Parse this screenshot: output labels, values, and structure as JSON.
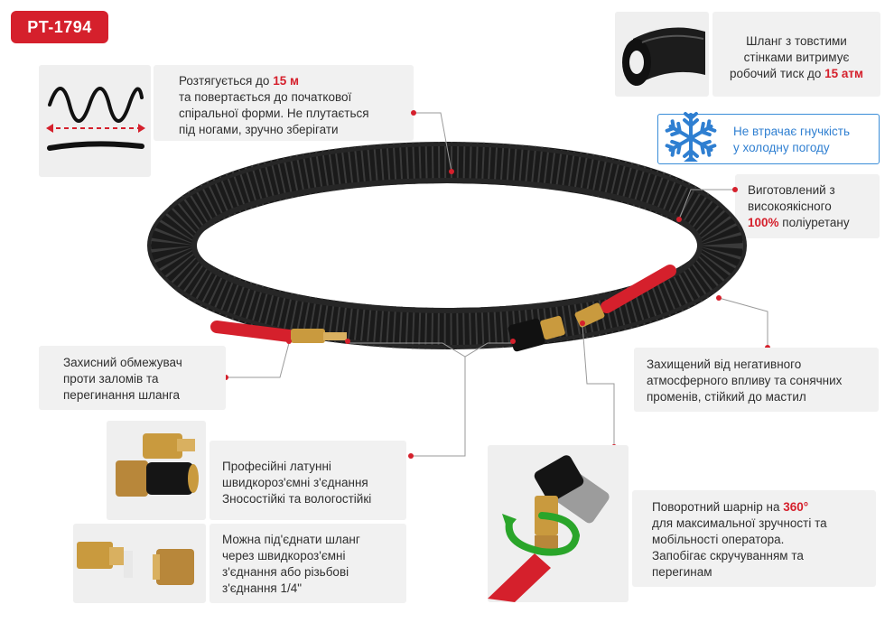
{
  "badge": {
    "label": "PT-1794"
  },
  "callouts": {
    "stretch": {
      "lines": [
        [
          {
            "t": "Розтягується до ",
            "s": ""
          },
          {
            "t": "15 м",
            "s": "red"
          }
        ],
        [
          {
            "t": "та повертається до початкової",
            "s": ""
          }
        ],
        [
          {
            "t": "спіральної форми. Не плутається",
            "s": ""
          }
        ],
        [
          {
            "t": "під ногами, зручно зберігати",
            "s": ""
          }
        ]
      ]
    },
    "pressure": {
      "lines": [
        [
          {
            "t": "Шланг з товстими",
            "s": ""
          }
        ],
        [
          {
            "t": "стінками витримує",
            "s": ""
          }
        ],
        [
          {
            "t": "робочий тиск до ",
            "s": ""
          },
          {
            "t": "15 атм",
            "s": "red"
          }
        ]
      ]
    },
    "frost": {
      "lines": [
        [
          {
            "t": "Не втрачає гнучкість",
            "s": ""
          }
        ],
        [
          {
            "t": "у холодну погоду",
            "s": ""
          }
        ]
      ]
    },
    "material": {
      "lines": [
        [
          {
            "t": "Виготовлений з",
            "s": ""
          }
        ],
        [
          {
            "t": "високоякісного",
            "s": ""
          }
        ],
        [
          {
            "t": "100%",
            "s": "red"
          },
          {
            "t": " поліуретану",
            "s": ""
          }
        ]
      ]
    },
    "bend": {
      "lines": [
        [
          {
            "t": "Захисний обмежувач",
            "s": ""
          }
        ],
        [
          {
            "t": "проти заломів та",
            "s": ""
          }
        ],
        [
          {
            "t": "перегинання шланга",
            "s": ""
          }
        ]
      ]
    },
    "weather": {
      "lines": [
        [
          {
            "t": "Захищений від негативного",
            "s": ""
          }
        ],
        [
          {
            "t": "атмосферного впливу та сонячних",
            "s": ""
          }
        ],
        [
          {
            "t": "променів, стійкий до мастил",
            "s": ""
          }
        ]
      ]
    },
    "brass": {
      "lines": [
        [
          {
            "t": "Професійні латунні",
            "s": ""
          }
        ],
        [
          {
            "t": "швидкороз'ємні з'єднання",
            "s": ""
          }
        ],
        [
          {
            "t": "Зносостійкі та вологостійкі",
            "s": ""
          }
        ]
      ]
    },
    "connect": {
      "lines": [
        [
          {
            "t": "Можна під'єднати шланг",
            "s": ""
          }
        ],
        [
          {
            "t": "через швидкороз'ємні",
            "s": ""
          }
        ],
        [
          {
            "t": "з'єднання або різьбові",
            "s": ""
          }
        ],
        [
          {
            "t": "з'єднання 1/4\"",
            "s": ""
          }
        ]
      ]
    },
    "swivel": {
      "lines": [
        [
          {
            "t": "Поворотний шарнір на ",
            "s": ""
          },
          {
            "t": "360°",
            "s": "red"
          }
        ],
        [
          {
            "t": "для максимальної зручності та",
            "s": ""
          }
        ],
        [
          {
            "t": "мобільності оператора.",
            "s": ""
          }
        ],
        [
          {
            "t": "Запобігає скручуванням та",
            "s": ""
          }
        ],
        [
          {
            "t": "перегинам",
            "s": ""
          }
        ]
      ]
    }
  },
  "colors": {
    "accent_red": "#d5202c",
    "hose_black": "#1a1a1a",
    "frost_blue": "#2f7fd1",
    "brass": "#c99a3e",
    "card_bg": "#f1f1f1"
  },
  "icons": [
    "spiral-stretch-icon",
    "hose-cross-section-icon",
    "snowflake-icon",
    "rotation-arrow-icon"
  ]
}
